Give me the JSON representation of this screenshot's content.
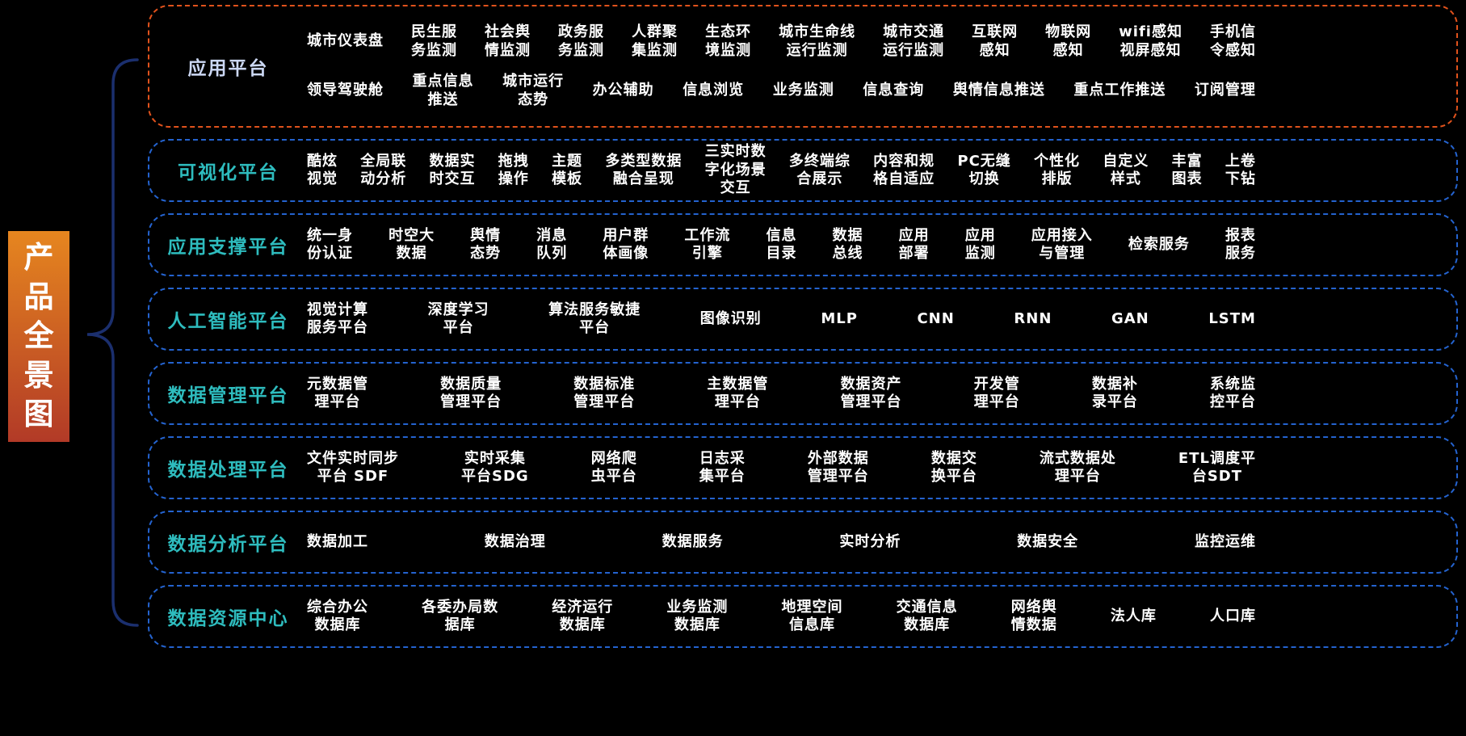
{
  "page": {
    "background": "#000000",
    "side_title": {
      "text": "产品全景图",
      "chars": [
        "产",
        "品",
        "全",
        "景",
        "图"
      ],
      "bg_gradient_top": "#e6861f",
      "bg_gradient_bottom": "#b23a27",
      "text_color": "#ffffff"
    },
    "brace_color": "#1b2f6e"
  },
  "rows": [
    {
      "id": "app-platform",
      "label": "应用平台",
      "label_color": "#ccd8f4",
      "border_color": "#e0521c",
      "lines": [
        [
          "城市仪表盘",
          "民生服\n务监测",
          "社会舆\n情监测",
          "政务服\n务监测",
          "人群聚\n集监测",
          "生态环\n境监测",
          "城市生命线\n运行监测",
          "城市交通\n运行监测",
          "互联网\n感知",
          "物联网\n感知",
          "wifi感知\n视屏感知",
          "手机信\n令感知"
        ],
        [
          "领导驾驶舱",
          "重点信息\n推送",
          "城市运行\n态势",
          "办公辅助",
          "信息浏览",
          "业务监测",
          "信息查询",
          "舆情信息推送",
          "重点工作推送",
          "订阅管理"
        ]
      ]
    },
    {
      "id": "visualization-platform",
      "label": "可视化平台",
      "label_color": "#2ebcbe",
      "border_color": "#2463cf",
      "lines": [
        [
          "酷炫\n视觉",
          "全局联\n动分析",
          "数据实\n时交互",
          "拖拽\n操作",
          "主题\n模板",
          "多类型数据\n融合呈现",
          "三实时数\n字化场景\n交互",
          "多终端综\n合展示",
          "内容和规\n格自适应",
          "PC无缝\n切换",
          "个性化\n排版",
          "自定义\n样式",
          "丰富\n图表",
          "上卷\n下钻"
        ]
      ]
    },
    {
      "id": "app-support-platform",
      "label": "应用支撑平台",
      "label_color": "#2ebcbe",
      "border_color": "#2463cf",
      "lines": [
        [
          "统一身\n份认证",
          "时空大\n数据",
          "舆情\n态势",
          "消息\n队列",
          "用户群\n体画像",
          "工作流\n引擎",
          "信息\n目录",
          "数据\n总线",
          "应用\n部署",
          "应用\n监测",
          "应用接入\n与管理",
          "检索服务",
          "报表\n服务"
        ]
      ]
    },
    {
      "id": "ai-platform",
      "label": "人工智能平台",
      "label_color": "#2ebcbe",
      "border_color": "#2463cf",
      "lines": [
        [
          "视觉计算\n服务平台",
          "深度学习\n平台",
          "算法服务敏捷\n平台",
          "图像识别",
          "MLP",
          "CNN",
          "RNN",
          "GAN",
          "LSTM"
        ]
      ]
    },
    {
      "id": "data-management-platform",
      "label": "数据管理平台",
      "label_color": "#2ebcbe",
      "border_color": "#2463cf",
      "lines": [
        [
          "元数据管\n理平台",
          "数据质量\n管理平台",
          "数据标准\n管理平台",
          "主数据管\n理平台",
          "数据资产\n管理平台",
          "开发管\n理平台",
          "数据补\n录平台",
          "系统监\n控平台"
        ]
      ]
    },
    {
      "id": "data-processing-platform",
      "label": "数据处理平台",
      "label_color": "#2ebcbe",
      "border_color": "#2463cf",
      "lines": [
        [
          "文件实时同步\n平台 SDF",
          "实时采集\n平台SDG",
          "网络爬\n虫平台",
          "日志采\n集平台",
          "外部数据\n管理平台",
          "数据交\n换平台",
          "流式数据处\n理平台",
          "ETL调度平\n台SDT"
        ]
      ]
    },
    {
      "id": "data-analysis-platform",
      "label": "数据分析平台",
      "label_color": "#2ebcbe",
      "border_color": "#2463cf",
      "lines": [
        [
          "数据加工",
          "数据治理",
          "数据服务",
          "实时分析",
          "数据安全",
          "监控运维"
        ]
      ]
    },
    {
      "id": "data-resource-center",
      "label": "数据资源中心",
      "label_color": "#2ebcbe",
      "border_color": "#2463cf",
      "lines": [
        [
          "综合办公\n数据库",
          "各委办局数\n据库",
          "经济运行\n数据库",
          "业务监测\n数据库",
          "地理空间\n信息库",
          "交通信息\n数据库",
          "网络舆\n情数据",
          "法人库",
          "人口库"
        ]
      ]
    }
  ]
}
